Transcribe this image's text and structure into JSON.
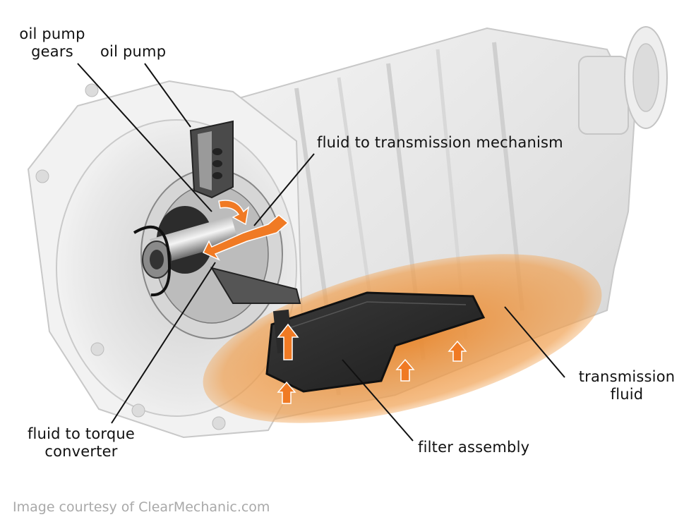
{
  "diagram": {
    "title": "Automatic transmission oil pump and fluid flow",
    "colors": {
      "fluid_orange": "#e8852a",
      "arrow_orange": "#f07a24",
      "housing_gray": "#e6e6e6",
      "filter_black": "#2a2a2a",
      "leader_line": "#111111",
      "credit_gray": "#a9a9a9"
    },
    "labels": {
      "oil_pump_gears": [
        "oil pump",
        "gears"
      ],
      "oil_pump": "oil pump",
      "fluid_to_transmission_mechanism": "fluid to transmission mechanism",
      "fluid_to_torque_converter": [
        "fluid to torque",
        "converter"
      ],
      "transmission_fluid": [
        "transmission",
        "fluid"
      ],
      "filter_assembly": "filter assembly"
    },
    "credit": "Image courtesy of ClearMechanic.com"
  }
}
